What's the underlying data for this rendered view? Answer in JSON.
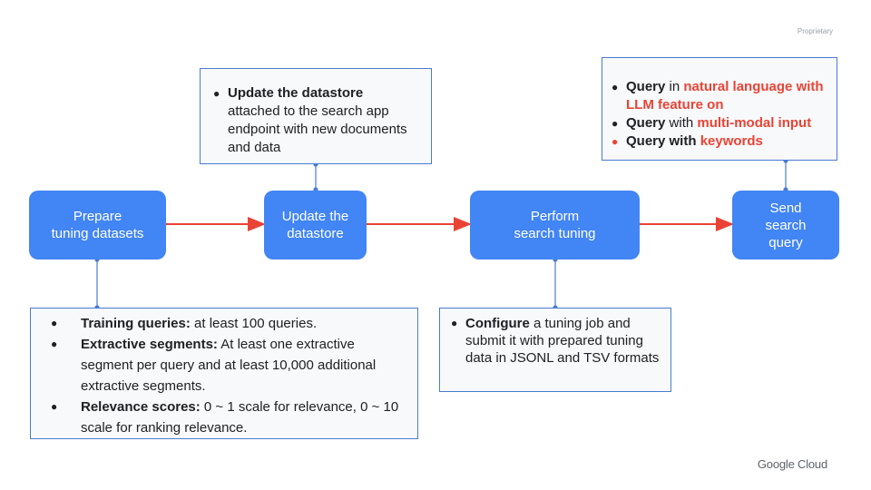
{
  "corner_label": "Proprietary",
  "flow": [
    {
      "id": "prepare",
      "label": "Prepare\ntuning datasets"
    },
    {
      "id": "update",
      "label": "Update the\ndatastore"
    },
    {
      "id": "perform",
      "label": "Perform\nsearch tuning"
    },
    {
      "id": "send",
      "label": "Send\nsearch\nquery"
    }
  ],
  "note_update": {
    "bold": "Update the datastore",
    "text": "attached to the search app endpoint with new documents and data"
  },
  "note_query": {
    "item1": {
      "b": "Query",
      "t": " in ",
      "r": "natural language with LLM feature on"
    },
    "item2": {
      "b": "Query",
      "t": " with ",
      "r": "multi-modal input"
    },
    "item3": {
      "b": "Query with",
      "t": " ",
      "r": "keywords"
    }
  },
  "note_prepare": {
    "item1": {
      "b": "Training queries:",
      "t": " at least 100 queries."
    },
    "item2": {
      "b": "Extractive segments:",
      "t": " At least one extractive segment per query and at least 10,000 additional extractive segments."
    },
    "item3": {
      "b": "Relevance scores:",
      "t": " 0 ~ 1 scale for relevance, 0 ~ 10 scale for ranking relevance."
    }
  },
  "note_perform": {
    "bold": "Configure",
    "text": " a tuning job and submit it with prepared tuning data in JSONL and TSV formats"
  },
  "logo": "Google Cloud",
  "colors": {
    "accent": "#4285f4",
    "arrow": "#ea4335",
    "connector": "#4a7bd0",
    "highlight": "#ea4335"
  }
}
